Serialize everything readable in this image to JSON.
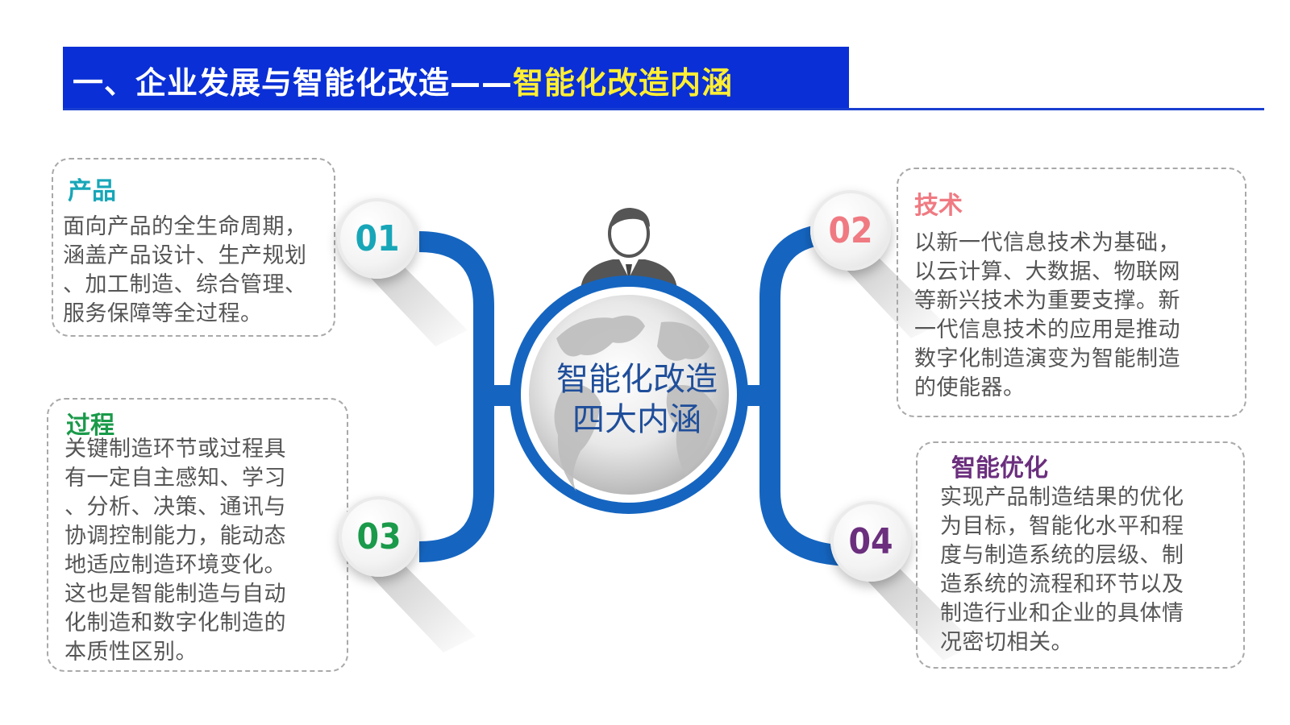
{
  "header": {
    "title_main": "一、企业发展与智能化改造——",
    "title_highlight": "智能化改造内涵"
  },
  "center": {
    "line1": "智能化改造",
    "line2": "四大内涵"
  },
  "items": [
    {
      "number": "01",
      "heading": "产品",
      "body": "面向产品的全生命周期，\n涵盖产品设计、生产规划\n、加工制造、综合管理、\n服务保障等全过程。",
      "color": "#17a6b8"
    },
    {
      "number": "02",
      "heading": "技术",
      "body": "以新一代信息技术为基础，\n以云计算、大数据、物联网\n等新兴技术为重要支撑。新\n一代信息技术的应用是推动\n数字化制造演变为智能制造\n的使能器。",
      "color": "#f07a82"
    },
    {
      "number": "03",
      "heading": "过程",
      "body": "关键制造环节或过程具\n有一定自主感知、学习\n、分析、决策、通讯与\n协调控制能力，能动态\n地适应制造环境变化。\n这也是智能制造与自动\n化制造和数字化制造的\n本质性区别。",
      "color": "#1a9a4a"
    },
    {
      "number": "04",
      "heading": "智能优化",
      "body": "实现产品制造结果的优化\n为目标，智能化水平和程\n度与制造系统的层级、制\n造系统的流程和环节以及\n制造行业和企业的具体情\n况密切相关。",
      "color": "#6b2f7e"
    }
  ],
  "colors": {
    "accent_blue": "#0a2fd6",
    "connector_blue": "#1565c0"
  },
  "icons": [
    "person-icon",
    "globe-icon"
  ]
}
